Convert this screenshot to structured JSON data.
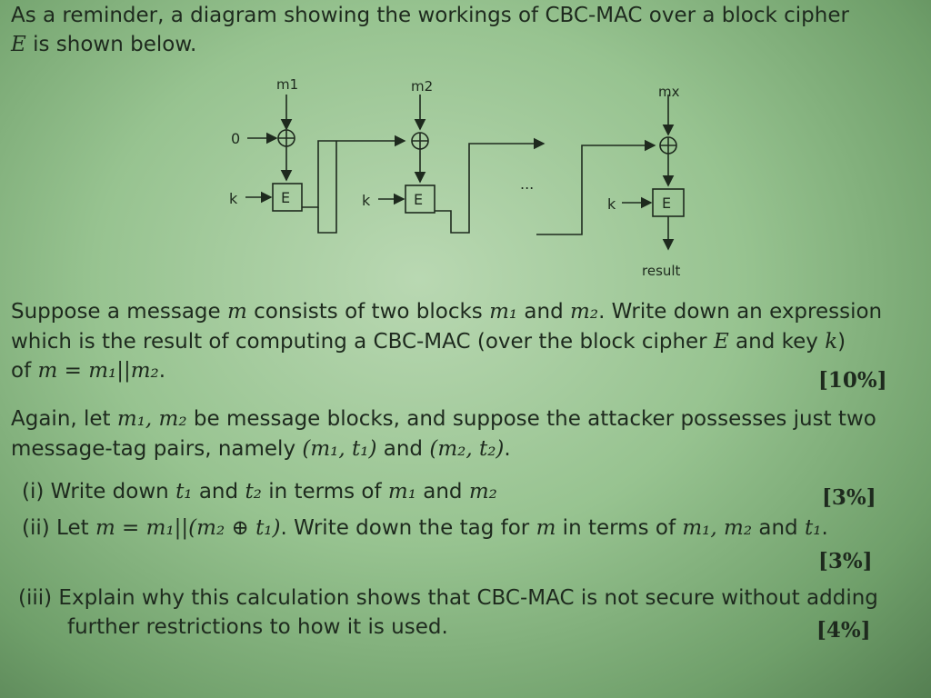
{
  "intro": {
    "line1": "As a reminder, a diagram showing the workings of CBC-MAC over a block cipher",
    "line2_var": "E",
    "line2_rest": " is shown below."
  },
  "diagram": {
    "in1": "m1",
    "in2": "m2",
    "in3": "mx",
    "zero": "0",
    "key1": "k",
    "key2": "k",
    "key3": "k",
    "box1": "E",
    "box2": "E",
    "box3": "E",
    "dots": "...",
    "result": "result"
  },
  "q1": {
    "l1_a": "Suppose a message ",
    "l1_m": "m",
    "l1_b": " consists of two blocks ",
    "l1_m1": "m₁",
    "l1_c": " and ",
    "l1_m2": "m₂",
    "l1_d": ". Write down an expression",
    "l2_a": "which is the result of computing a CBC-MAC (over the block cipher ",
    "l2_E": "E",
    "l2_b": " and key ",
    "l2_k": "k",
    "l2_c": ")",
    "l3_a": "of ",
    "l3_expr": "m = m₁||m₂",
    "l3_b": ".",
    "mark": "[10%]"
  },
  "q2": {
    "l1_a": "Again, let ",
    "l1_vars": "m₁, m₂",
    "l1_b": " be message blocks, and suppose the attacker possesses just two",
    "l2_a": "message-tag pairs, namely ",
    "l2_p1": "(m₁, t₁)",
    "l2_b": " and ",
    "l2_p2": "(m₂, t₂)",
    "l2_c": "."
  },
  "parts": {
    "i_a": "(i) Write down ",
    "i_t1": "t₁",
    "i_b": " and ",
    "i_t2": "t₂",
    "i_c": " in terms of ",
    "i_m1": "m₁",
    "i_d": " and ",
    "i_m2": "m₂",
    "i_mark": "[3%]",
    "ii_a": "(ii) Let ",
    "ii_expr": "m = m₁||(m₂ ⊕ t₁)",
    "ii_b": ". Write down the tag for ",
    "ii_m": "m",
    "ii_c": " in terms of ",
    "ii_vars": "m₁, m₂",
    "ii_d": " and ",
    "ii_t1": "t₁",
    "ii_e": ".",
    "ii_mark": "[3%]",
    "iii_l1": "(iii) Explain why this calculation shows that CBC-MAC is not secure without adding",
    "iii_l2": "further restrictions to how it is used.",
    "iii_mark": "[4%]"
  }
}
